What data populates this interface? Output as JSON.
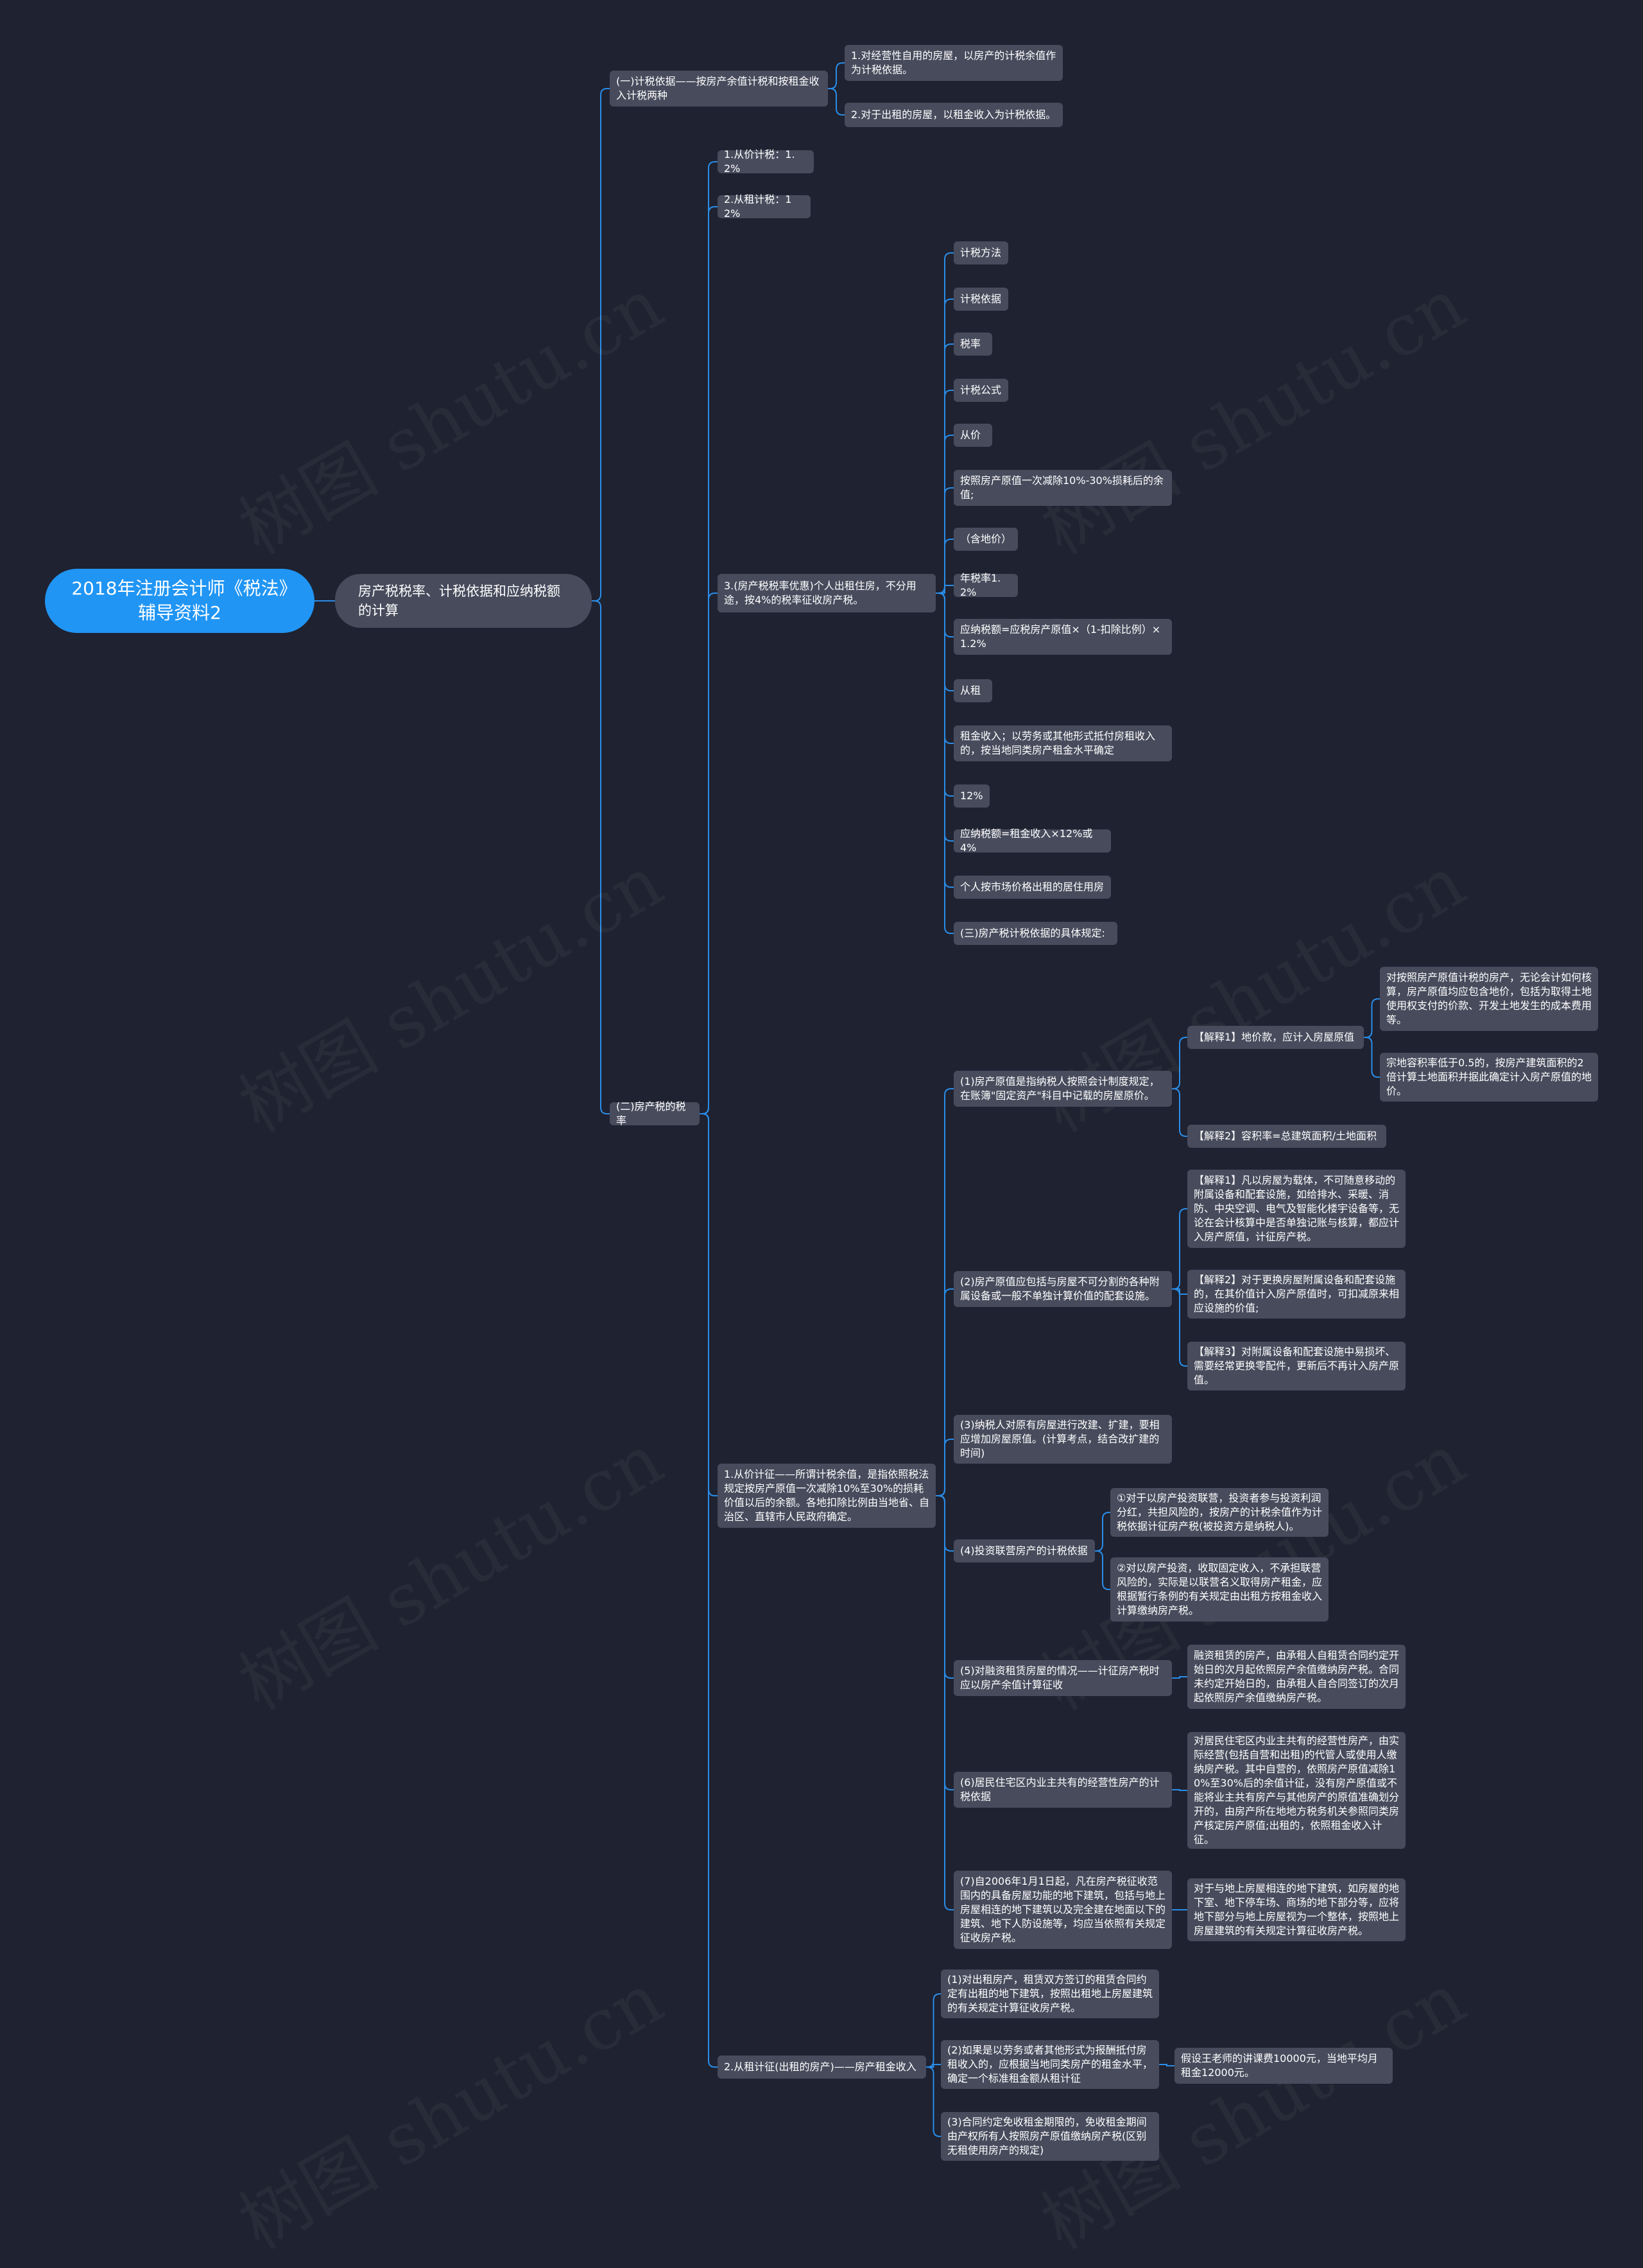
{
  "colors": {
    "background": "#1f2230",
    "root": "#2095f3",
    "node": "#474b5c",
    "line": "#2a8ee8"
  },
  "watermark": "树图 shutu.cn",
  "root": {
    "text": "2018年注册会计师《税法》辅导资料2"
  },
  "main": {
    "text": "房产税税率、计税依据和应纳税额的计算"
  },
  "nodes": {
    "a": "(一)计税依据——按房产余值计税和按租金收入计税两种",
    "a1": "1.对经营性自用的房屋，以房产的计税余值作为计税依据。",
    "a2": "2.对于出租的房屋，以租金收入为计税依据。",
    "b": "(二)房产税的税率",
    "b1": "1.从价计税：1.2%",
    "b2": "2.从租计税：12%",
    "b3": "3.(房产税税率优惠)个人出租住房，不分用途，按4%的税率征收房产税。",
    "t1": "计税方法",
    "t2": "计税依据",
    "t3": "税率",
    "t4": "计税公式",
    "t5": "从价",
    "t6": "按照房产原值一次减除10%-30%损耗后的余值;",
    "t7": "（含地价）",
    "t8": "年税率1.2%",
    "t9": "应纳税额=应税房产原值×（1-扣除比例）×1.2%",
    "t10": "从租",
    "t11": "租金收入；以劳务或其他形式抵付房租收入的，按当地同类房产租金水平确定",
    "t12": "12%",
    "t13": "应纳税额=租金收入×12%或4%",
    "t14": "个人按市场价格出租的居住用房",
    "t15": "(三)房产税计税依据的具体规定:",
    "c1": "1.从价计征——所谓计税余值，是指依照税法规定按房产原值一次减除10%至30%的损耗价值以后的余额。各地扣除比例由当地省、自治区、直辖市人民政府确定。",
    "d1": "(1)房产原值是指纳税人按照会计制度规定，在账簿\"固定资产\"科目中记载的房屋原价。",
    "d1a": "【解释1】地价款，应计入房屋原值",
    "d1a1": "对按照房产原值计税的房产，无论会计如何核算，房产原值均应包含地价，包括为取得土地使用权支付的价款、开发土地发生的成本费用等。",
    "d1a2": "宗地容积率低于0.5的，按房产建筑面积的2倍计算土地面积并据此确定计入房产原值的地价。",
    "d1b": "【解释2】容积率=总建筑面积/土地面积",
    "d2": "(2)房产原值应包括与房屋不可分割的各种附属设备或一般不单独计算价值的配套设施。",
    "d2a": "【解释1】凡以房屋为载体，不可随意移动的附属设备和配套设施，如给排水、采暖、消防、中央空调、电气及智能化楼宇设备等，无论在会计核算中是否单独记账与核算，都应计入房产原值，计征房产税。",
    "d2b": "【解释2】对于更换房屋附属设备和配套设施的，在其价值计入房产原值时，可扣减原来相应设施的价值;",
    "d2c": "【解释3】对附属设备和配套设施中易损坏、需要经常更换零配件，更新后不再计入房产原值。",
    "d3": "(3)纳税人对原有房屋进行改建、扩建，要相应增加房屋原值。(计算考点，结合改扩建的时间)",
    "d4": "(4)投资联营房产的计税依据",
    "d4a": "①对于以房产投资联营，投资者参与投资利润分红，共担风险的，按房产的计税余值作为计税依据计征房产税(被投资方是纳税人)。",
    "d4b": "②对以房产投资，收取固定收入，不承担联营风险的，实际是以联营名义取得房产租金，应根据暂行条例的有关规定由出租方按租金收入计算缴纳房产税。",
    "d5": "(5)对融资租赁房屋的情况——计征房产税时应以房产余值计算征收",
    "d5a": "融资租赁的房产，由承租人自租赁合同约定开始日的次月起依照房产余值缴纳房产税。合同未约定开始日的，由承租人自合同签订的次月起依照房产余值缴纳房产税。",
    "d6": "(6)居民住宅区内业主共有的经营性房产的计税依据",
    "d6a": "对居民住宅区内业主共有的经营性房产，由实际经营(包括自营和出租)的代管人或使用人缴纳房产税。其中自营的，依照房产原值减除10%至30%后的余值计征，没有房产原值或不能将业主共有房产与其他房产的原值准确划分开的，由房产所在地地方税务机关参照同类房产核定房产原值;出租的，依照租金收入计征。",
    "d7": "(7)自2006年1月1日起，凡在房产税征收范围内的具备房屋功能的地下建筑，包括与地上房屋相连的地下建筑以及完全建在地面以下的建筑、地下人防设施等，均应当依照有关规定征收房产税。",
    "d7a": "对于与地上房屋相连的地下建筑，如房屋的地下室、地下停车场、商场的地下部分等，应将地下部分与地上房屋视为一个整体，按照地上房屋建筑的有关规定计算征收房产税。",
    "c2": "2.从租计征(出租的房产)——房产租金收入",
    "e1": "(1)对出租房产，租赁双方签订的租赁合同约定有出租的地下建筑，按照出租地上房屋建筑的有关规定计算征收房产税。",
    "e2": "(2)如果是以劳务或者其他形式为报酬抵付房租收入的，应根据当地同类房产的租金水平，确定一个标准租金额从租计征",
    "e2a": "假设王老师的讲课费10000元，当地平均月租金12000元。",
    "e3": "(3)合同约定免收租金期限的，免收租金期间由产权所有人按照房产原值缴纳房产税(区别无租使用房产的规定)"
  }
}
